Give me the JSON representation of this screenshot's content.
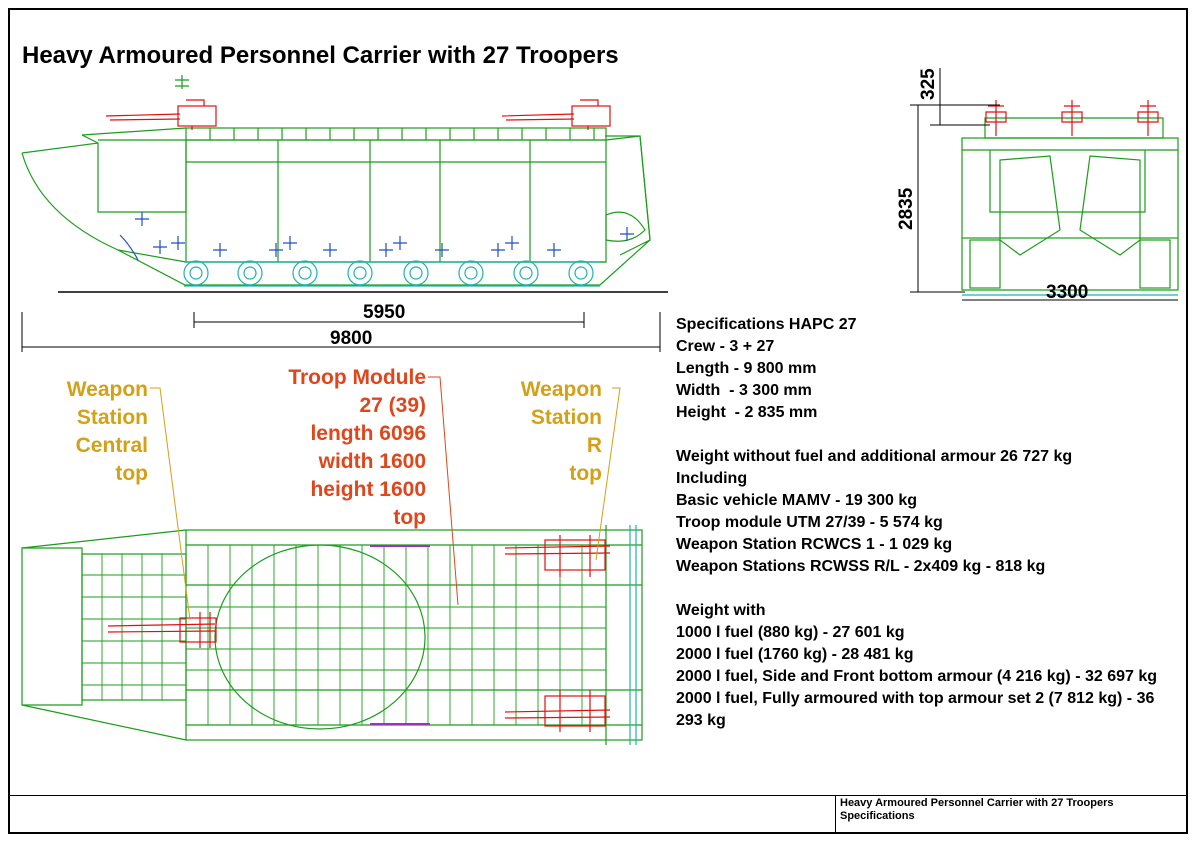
{
  "title": "Heavy Armoured Personnel Carrier with 27 Troopers",
  "dimensions": {
    "track_length": "5950",
    "overall_length": "9800",
    "top_height": "325",
    "overall_height": "2835",
    "overall_width": "3300"
  },
  "labels": {
    "weapon_central": [
      "Weapon",
      "Station",
      "Central",
      "top"
    ],
    "troop_module": [
      "Troop Module",
      "27 (39)",
      "length 6096",
      "width 1600",
      "height 1600",
      "top"
    ],
    "weapon_r": [
      "Weapon",
      "Station",
      "R",
      "top"
    ]
  },
  "specs": {
    "heading": "Specifications HAPC 27",
    "crew": "Crew - 3 + 27",
    "length": "Length - 9 800 mm",
    "width": "Width  - 3 300 mm",
    "height": "Height  - 2 835 mm",
    "weight_heading": "Weight without fuel and additional armour 26 727 kg",
    "including": "Including",
    "basic": "Basic vehicle MAMV - 19 300 kg",
    "troop_module": "Troop module UTM 27/39 - 5 574 kg",
    "rcwcs": "Weapon Station RCWCS 1 - 1 029 kg",
    "rcwss": "Weapon Stations RCWSS R/L - 2x409 kg - 818 kg",
    "weight_with": "Weight with",
    "fuel1000": "1000 l fuel (880 kg) - 27 601 kg",
    "fuel2000": "2000 l fuel (1760 kg) - 28 481 kg",
    "side_armour": "2000 l fuel, Side and Front bottom armour (4 216 kg) - 32 697 kg",
    "full_armour": "2000 l fuel, Fully armoured with top armour set 2 (7 812 kg) - 36 293 kg"
  },
  "title_block": {
    "line1": "Heavy Armoured Personnel Carrier with 27 Troopers",
    "line2": "Specifications"
  },
  "colors": {
    "hull": "#1a9e1a",
    "weapon": "#e01010",
    "cross": "#2050c0",
    "track": "#20b0b0",
    "label_weapon": "#d4a017",
    "label_module": "#e0461c"
  }
}
